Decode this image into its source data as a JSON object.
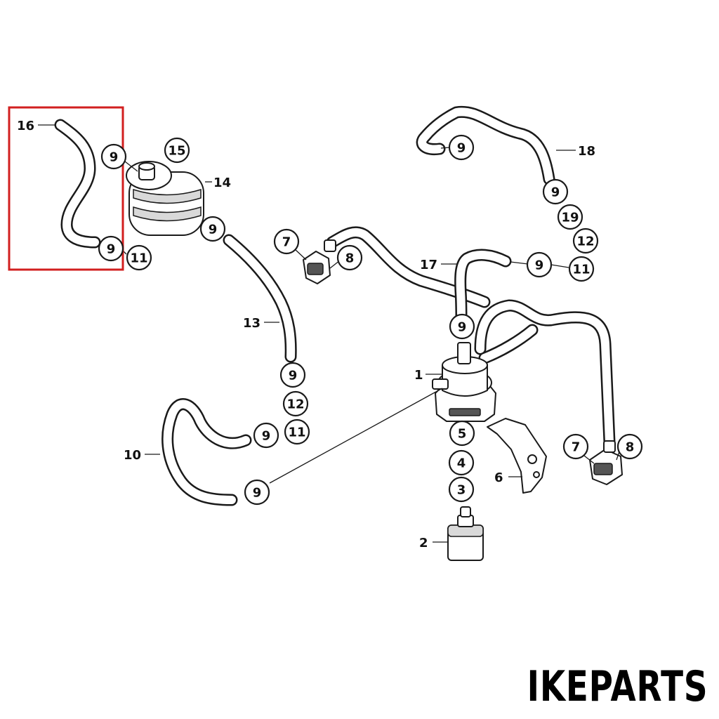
{
  "diagram": {
    "highlight_color": "#d21f1f",
    "brand": "IKEPARTS",
    "labels": {
      "l16": "16",
      "l14": "14",
      "l13": "13",
      "l10": "10",
      "l17": "17",
      "l18": "18",
      "l1": "1",
      "l2": "2",
      "l6": "6"
    },
    "bubbles": {
      "b9_top_left": "9",
      "b9_left_lower": "9",
      "b11_left": "11",
      "b15": "15",
      "b9_filter": "9",
      "b7_left": "7",
      "b8_left": "8",
      "b9_hose13": "9",
      "b12_hose13": "12",
      "b11_hose13": "11",
      "b9_hose10_upper": "9",
      "b9_hose10_lower": "9",
      "b9_hose17_top": "9",
      "b9_hose17_right": "9",
      "b11_hose17_right": "11",
      "b9_hose18_top": "9",
      "b9_hose18": "9",
      "b19": "19",
      "b12_hose18": "12",
      "b5": "5",
      "b4": "4",
      "b3": "3",
      "b7_right": "7",
      "b8_right": "8"
    }
  }
}
